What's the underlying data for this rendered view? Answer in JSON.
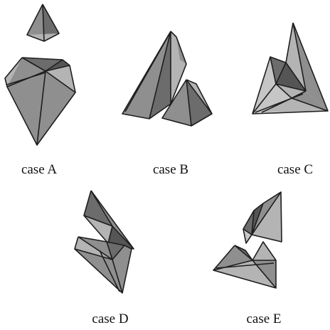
{
  "figure": {
    "captions": {
      "case_a": "case A",
      "case_b": "case B",
      "case_c": "case C",
      "case_d": "case D",
      "case_e": "case E"
    },
    "colors": {
      "background": "#ffffff",
      "edge": "#1e1e1e",
      "face_light": "#b4b4b4",
      "face_mid": "#8f8f8f",
      "face_dark": "#6c6c6c",
      "caption_text": "#111111"
    }
  }
}
